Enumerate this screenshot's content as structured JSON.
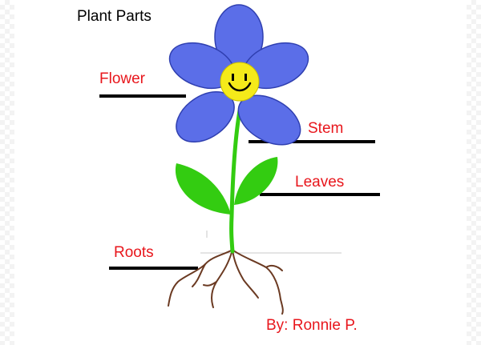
{
  "diagram": {
    "title": "Plant Parts",
    "labels": {
      "flower": "Flower",
      "stem": "Stem",
      "leaves": "Leaves",
      "roots": "Roots"
    },
    "credit": "By: Ronnie P."
  },
  "colors": {
    "label_red": "#e8161c",
    "petal_blue": "#5b6ee8",
    "petal_outline": "#2f3fb0",
    "center_yellow": "#f5ea1a",
    "leaf_green": "#33cc11",
    "root_brown": "#6b3a22",
    "leader_line": "#000000"
  }
}
